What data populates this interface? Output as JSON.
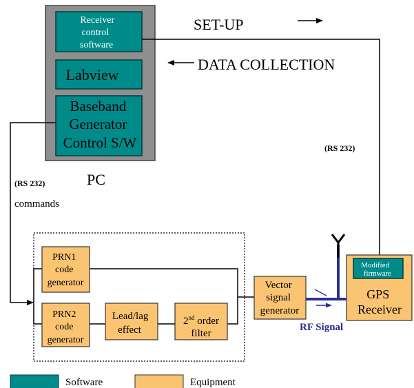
{
  "pc": {
    "label": "PC",
    "receiver_software": [
      "Receiver",
      "control",
      "software"
    ],
    "labview": "Labview",
    "baseband": [
      "Baseband",
      "Generator",
      "Control S/W"
    ]
  },
  "flows": {
    "setup": "SET-UP",
    "data_collection": "DATA COLLECTION",
    "rs232_left": "(RS 232)",
    "commands": "commands",
    "rs232_right": "(RS 232)",
    "rf_signal": "RF Signal"
  },
  "blocks": {
    "prn1": [
      "PRN1",
      "code",
      "generator"
    ],
    "prn2": [
      "PRN2",
      "code",
      "generator"
    ],
    "leadlag": [
      "Lead/lag",
      "effect"
    ],
    "filter_num": "2",
    "filter_sup": "nd",
    "filter_rest": " order",
    "filter_line2": "filter",
    "vsg": [
      "Vector",
      "signal",
      "generator"
    ],
    "firmware": [
      "Modified",
      "firmware"
    ],
    "gps": [
      "GPS",
      "Receiver"
    ]
  },
  "legend": {
    "software": "Software",
    "equipment": "Equipment"
  },
  "colors": {
    "software": "#008b8b",
    "equipment": "#fbc472",
    "pc_body": "#8f8f8f",
    "rf_line": "#2b2f8f"
  }
}
